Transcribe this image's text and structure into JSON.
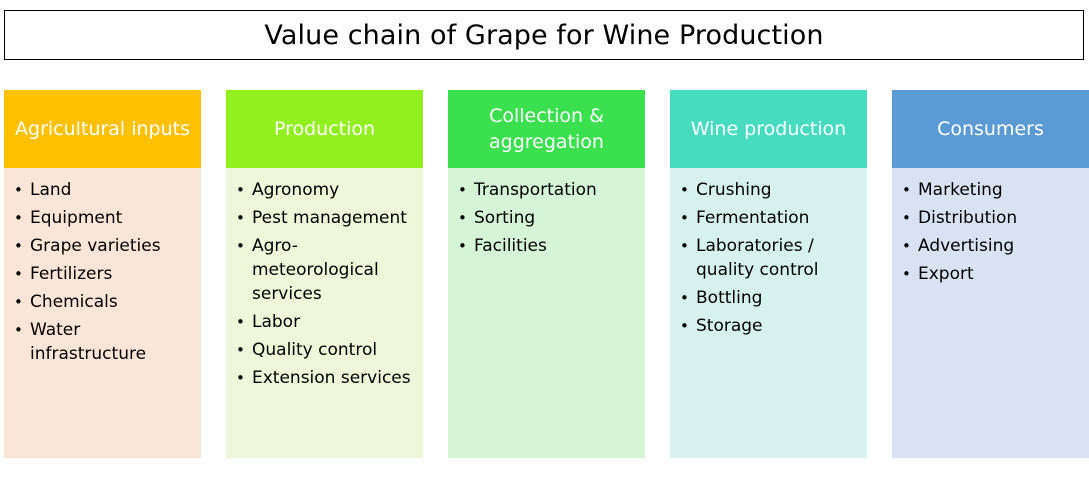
{
  "title": "Value chain of Grape for Wine Production",
  "columns": [
    {
      "header": "Agricultural inputs",
      "header_color": "#FFC000",
      "body_color": "#FBE5D6",
      "items": [
        "Land",
        "Equipment",
        "Grape varieties",
        "Fertilizers",
        "Chemicals",
        "Water infrastructure"
      ]
    },
    {
      "header": "Production",
      "header_color": "#92F01E",
      "body_color": "#EEF7D8",
      "items": [
        "Agronomy",
        "Pest management",
        "Agro-meteorological services",
        "Labor",
        "Quality control",
        "Extension services"
      ]
    },
    {
      "header": "Collection & aggregation",
      "header_color": "#3BE04E",
      "body_color": "#D4F5D6",
      "items": [
        "Transportation",
        "Sorting",
        "Facilities"
      ]
    },
    {
      "header": "Wine production",
      "header_color": "#45DCC0",
      "body_color": "#D6F2EE",
      "items": [
        "Crushing",
        "Fermentation",
        "Laboratories / quality control",
        "Bottling",
        "Storage"
      ]
    },
    {
      "header": "Consumers",
      "header_color": "#5B9BD5",
      "body_color": "#D9E2F3",
      "items": [
        "Marketing",
        "Distribution",
        "Advertising",
        "Export"
      ]
    }
  ]
}
